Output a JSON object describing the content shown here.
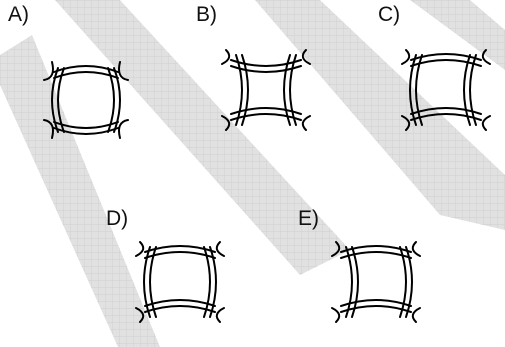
{
  "options": [
    {
      "label": "A)"
    },
    {
      "label": "B)"
    },
    {
      "label": "C)"
    },
    {
      "label": "D)"
    },
    {
      "label": "E)"
    }
  ],
  "colors": {
    "background": "#ffffff",
    "watermark_fill": "#d9d9d9",
    "watermark_grid": "#c4c4c4",
    "stroke": "#000000",
    "text": "#111111"
  }
}
